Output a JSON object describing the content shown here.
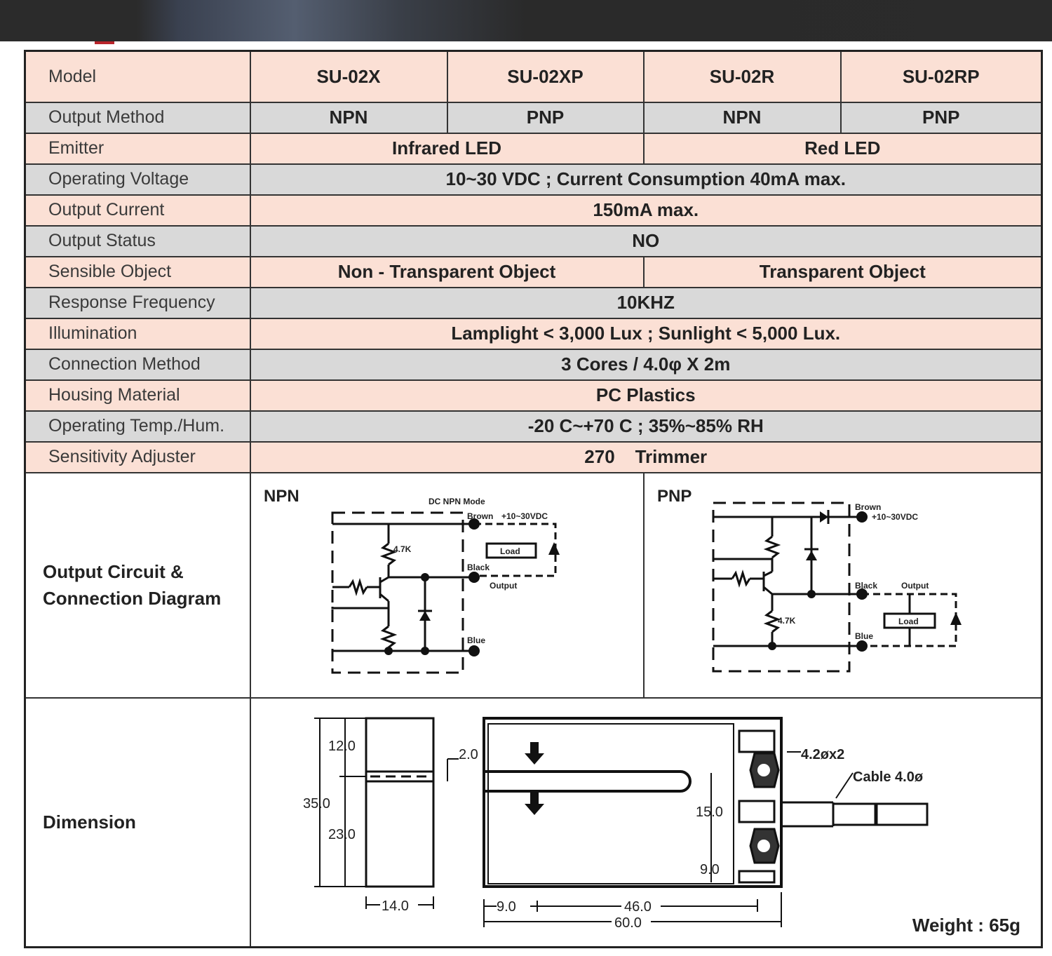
{
  "header": {
    "model_label": "Model",
    "models": [
      "SU-02X",
      "SU-02XP",
      "SU-02R",
      "SU-02RP"
    ]
  },
  "rows": {
    "output_method": {
      "label": "Output Method",
      "values": [
        "NPN",
        "PNP",
        "NPN",
        "PNP"
      ]
    },
    "emitter": {
      "label": "Emitter",
      "values": [
        "Infrared LED",
        "Red LED"
      ]
    },
    "operating_voltage": {
      "label": "Operating Voltage",
      "value": "10~30 VDC ; Current Consumption 40mA max."
    },
    "output_current": {
      "label": "Output Current",
      "value": "150mA max."
    },
    "output_status": {
      "label": "Output Status",
      "value": "NO"
    },
    "sensible_object": {
      "label": "Sensible Object",
      "values": [
        "Non - Transparent Object",
        "Transparent Object"
      ]
    },
    "response_frequency": {
      "label": "Response Frequency",
      "value": "10KHZ"
    },
    "illumination": {
      "label": "Illumination",
      "value": "Lamplight < 3,000 Lux ; Sunlight < 5,000 Lux."
    },
    "connection_method": {
      "label": "Connection Method",
      "value": "3 Cores / 4.0φ X 2m"
    },
    "housing_material": {
      "label": "Housing Material",
      "value": "PC Plastics"
    },
    "operating_temp": {
      "label": "Operating Temp./Hum.",
      "value": "-20 C~+70 C ; 35%~85% RH"
    },
    "sensitivity_adjuster": {
      "label": "Sensitivity Adjuster",
      "value": "270    Trimmer"
    }
  },
  "circuit": {
    "label_line1": "Output Circuit &",
    "label_line2": "Connection Diagram",
    "npn": {
      "title": "NPN",
      "mode": "DC  NPN  Mode",
      "brown": "Brown",
      "supply": "+10~30VDC",
      "resistor": "4.7K",
      "load": "Load",
      "black": "Black",
      "output": "Output",
      "blue": "Blue"
    },
    "pnp": {
      "title": "PNP",
      "brown": "Brown",
      "supply": "+10~30VDC",
      "black": "Black",
      "output": "Output",
      "resistor": "4.7K",
      "load": "Load",
      "blue": "Blue"
    }
  },
  "dimension": {
    "label": "Dimension",
    "dims": {
      "d12": "12.0",
      "d35": "35.0",
      "d23": "23.0",
      "d14": "14.0",
      "d2": "2.0",
      "hole": "4.2øx2",
      "cable": "Cable  4.0ø",
      "d15": "15.0",
      "d9v": "9.0",
      "d9h": "9.0",
      "d46": "46.0",
      "d60": "60.0"
    },
    "weight": "Weight : 65g"
  },
  "colors": {
    "pink_row": "#fbe0d5",
    "gray_row": "#d9d9d9",
    "border": "#333333",
    "accent": "#b8242a"
  }
}
